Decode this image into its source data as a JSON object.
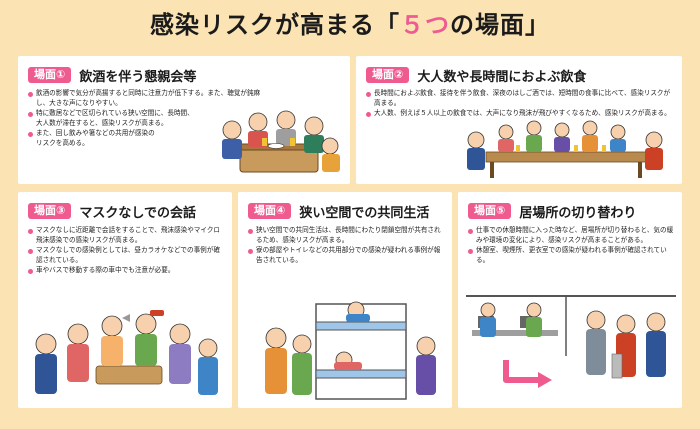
{
  "header": {
    "title_pre": "感染リスクが高まる「",
    "title_num": "５つ",
    "title_post": "の場面」"
  },
  "colors": {
    "background": "#fbe3b3",
    "badge": "#ef5a8f",
    "accent": "#f05a93",
    "card": "#ffffff"
  },
  "scenes": [
    {
      "badge": "場面①",
      "title": "飲酒を伴う懇親会等",
      "bullets": [
        "飲酒の影響で気分が高揚すると同時に注意力が低下する。また、聴覚が鈍麻し、大きな声になりやすい。",
        "特に敷居などで区切られている狭い空間に、長時間、大人数が滞在すると、感染リスクが高まる。",
        "また、回し飲みや箸などの共用が感染のリスクを高める。"
      ],
      "illustration": "drinking-party-illustration"
    },
    {
      "badge": "場面②",
      "title": "大人数や長時間におよぶ飲食",
      "bullets": [
        "長時間におよぶ飲食、接待を伴う飲食、深夜のはしご酒では、短時間の食事に比べて、感染リスクが高まる。",
        "大人数、例えば５人以上の飲食では、大声になり飛沫が飛びやすくなるため、感染リスクが高まる。"
      ],
      "illustration": "group-dining-illustration"
    },
    {
      "badge": "場面③",
      "title": "マスクなしでの会話",
      "bullets": [
        "マスクなしに近距離で会話をすることで、飛沫感染やマイクロ飛沫感染での感染リスクが高まる。",
        "マスクなしでの感染例としては、昼カラオケなどでの事例が確認されている。",
        "車やバスで移動する際の車中でも注意が必要。"
      ],
      "illustration": "unmasked-conversation-illustration"
    },
    {
      "badge": "場面④",
      "title": "狭い空間での共同生活",
      "bullets": [
        "狭い空間での共同生活は、長時間にわたり閉鎖空間が共有されるため、感染リスクが高まる。",
        "寮の部屋やトイレなどの共用部分での感染が疑われる事例が報告されている。"
      ],
      "illustration": "shared-living-illustration"
    },
    {
      "badge": "場面⑤",
      "title": "居場所の切り替わり",
      "bullets": [
        "仕事での休憩時間に入った時など、居場所が切り替わると、気の緩みや環境の変化により、感染リスクが高まることがある。",
        "休憩室、喫煙所、更衣室での感染が疑われる事例が確認されている。"
      ],
      "illustration": "break-room-illustration"
    }
  ]
}
